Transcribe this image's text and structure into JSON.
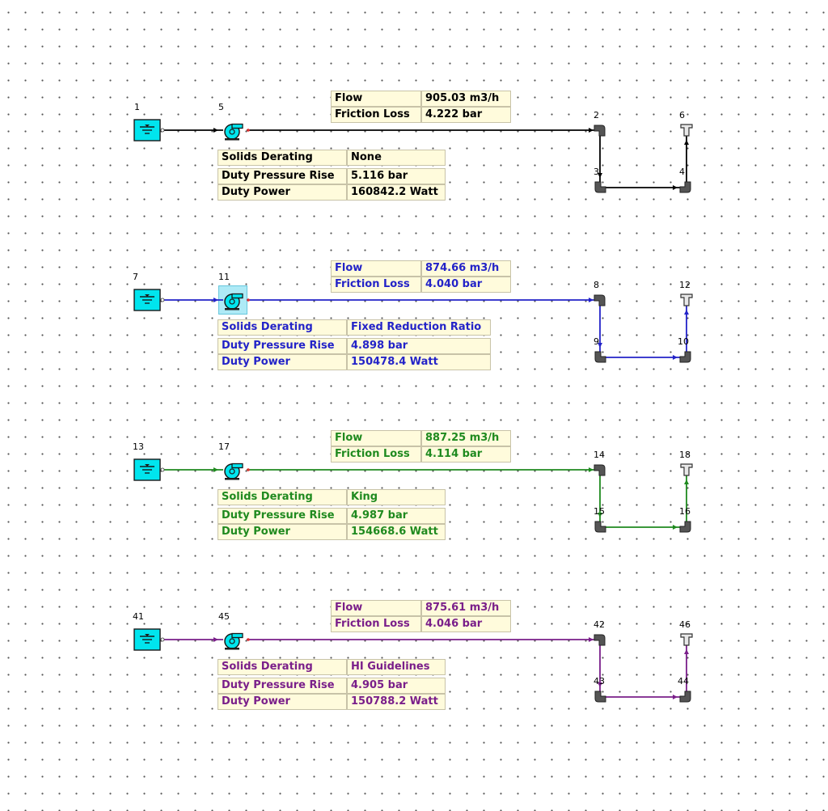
{
  "colors": {
    "system1": "#000000",
    "system2": "#2323c8",
    "system3": "#1f8a1f",
    "system4": "#7a1f8a",
    "tank_fill": "#00e5ee"
  },
  "systems": [
    {
      "color": "#000000",
      "nodes": {
        "tank": "1",
        "pump": "5",
        "elbow_a": "2",
        "elbow_b": "3",
        "elbow_c": "4",
        "outlet": "6"
      },
      "pipe_table": {
        "flow_label": "Flow",
        "flow_value": "905.03 m3/h",
        "friction_label": "Friction Loss",
        "friction_value": "4.222 bar"
      },
      "derating_table": {
        "label": "Solids Derating",
        "value": "None"
      },
      "duty_table": {
        "pressure_label": "Duty Pressure Rise",
        "pressure_value": "5.116 bar",
        "power_label": "Duty Power",
        "power_value": "160842.2 Watt"
      }
    },
    {
      "color": "#2323c8",
      "nodes": {
        "tank": "7",
        "pump": "11",
        "elbow_a": "8",
        "elbow_b": "9",
        "elbow_c": "10",
        "outlet": "12"
      },
      "pipe_table": {
        "flow_label": "Flow",
        "flow_value": "874.66 m3/h",
        "friction_label": "Friction Loss",
        "friction_value": "4.040 bar"
      },
      "derating_table": {
        "label": "Solids Derating",
        "value": "Fixed Reduction Ratio"
      },
      "duty_table": {
        "pressure_label": "Duty Pressure Rise",
        "pressure_value": "4.898 bar",
        "power_label": "Duty Power",
        "power_value": "150478.4 Watt"
      }
    },
    {
      "color": "#1f8a1f",
      "nodes": {
        "tank": "13",
        "pump": "17",
        "elbow_a": "14",
        "elbow_b": "15",
        "elbow_c": "16",
        "outlet": "18"
      },
      "pipe_table": {
        "flow_label": "Flow",
        "flow_value": "887.25 m3/h",
        "friction_label": "Friction Loss",
        "friction_value": "4.114 bar"
      },
      "derating_table": {
        "label": "Solids Derating",
        "value": "King"
      },
      "duty_table": {
        "pressure_label": "Duty Pressure Rise",
        "pressure_value": "4.987 bar",
        "power_label": "Duty Power",
        "power_value": "154668.6 Watt"
      }
    },
    {
      "color": "#7a1f8a",
      "nodes": {
        "tank": "41",
        "pump": "45",
        "elbow_a": "42",
        "elbow_b": "43",
        "elbow_c": "44",
        "outlet": "46"
      },
      "pipe_table": {
        "flow_label": "Flow",
        "flow_value": "875.61 m3/h",
        "friction_label": "Friction Loss",
        "friction_value": "4.046 bar"
      },
      "derating_table": {
        "label": "Solids Derating",
        "value": "HI Guidelines"
      },
      "duty_table": {
        "pressure_label": "Duty Pressure Rise",
        "pressure_value": "4.905 bar",
        "power_label": "Duty Power",
        "power_value": "150788.2 Watt"
      }
    }
  ]
}
